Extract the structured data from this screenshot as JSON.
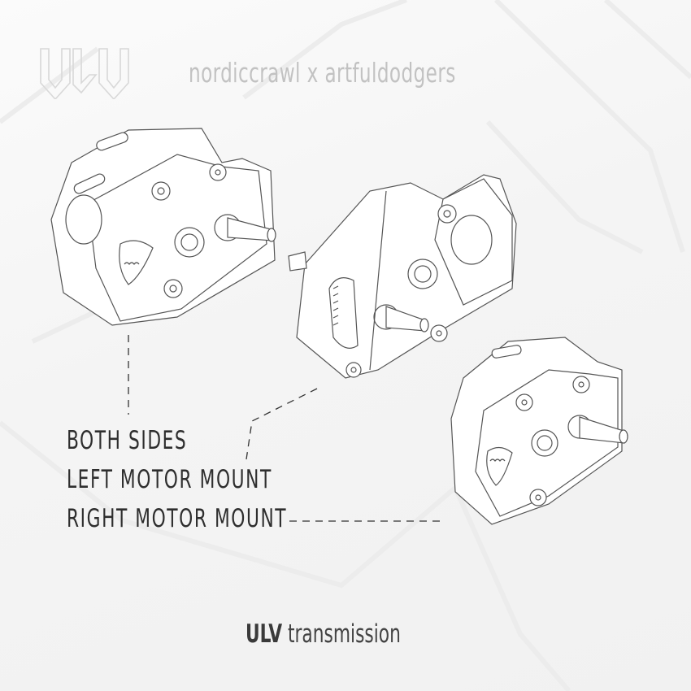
{
  "header": {
    "logo_text": "ULV",
    "brand_line": "nordiccrawl x artfuldodgers"
  },
  "labels": [
    {
      "text": "BOTH SIDES",
      "points_to": "left-drawing"
    },
    {
      "text": "LEFT MOTOR MOUNT",
      "points_to": "center-drawing"
    },
    {
      "text": "RIGHT MOTOR MOUNT",
      "points_to": "right-drawing"
    }
  ],
  "footer": {
    "bold": "ULV",
    "rest": " transmission"
  },
  "colors": {
    "background": "#f7f7f7",
    "brand_text": "#c2c2c2",
    "label_text": "#2e2e2e",
    "line_art": "#555555"
  },
  "illustrations": [
    "transmission-both-sides",
    "transmission-left-motor-mount",
    "transmission-right-motor-mount"
  ]
}
